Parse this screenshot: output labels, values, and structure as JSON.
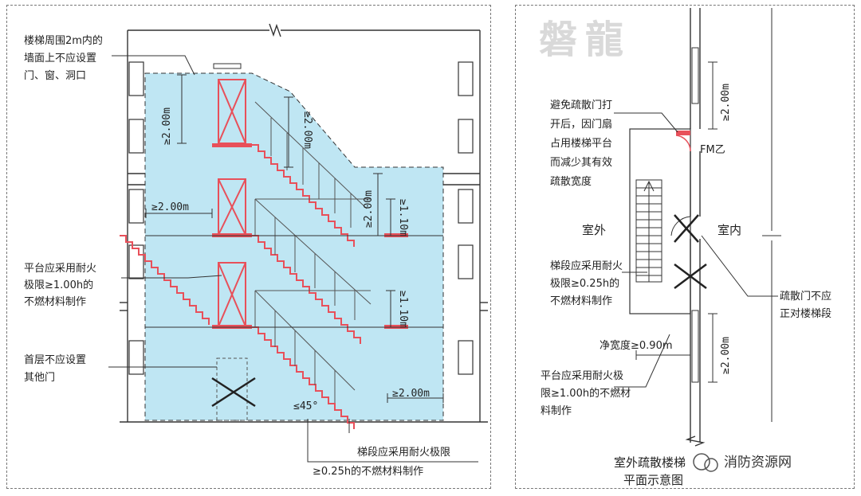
{
  "left": {
    "annotations": {
      "wall_line1": "楼梯周围2m内的",
      "wall_line2": "墙面上不应设置",
      "wall_line3": "门、窗、洞口",
      "landing_line1": "平台应采用耐火",
      "landing_line2": "极限≥1.00h的",
      "landing_line3": "不燃材料制作",
      "ground_line1": "首层不应设置",
      "ground_line2": "其他门",
      "flight_line1": "梯段应采用耐火极限",
      "flight_line2": "≥0.25h的不燃材料制作"
    },
    "dims": {
      "d1": "≥2.00m",
      "d2": "≥2.00m",
      "d3": "≥2.00m",
      "d4": "≥2.00m",
      "d5": "≥1.10m",
      "d6": "≥1.10m",
      "d7": "≥2.00m",
      "angle": "≤45°"
    }
  },
  "right": {
    "watermark": "磐龍",
    "annotations": {
      "door_line1": "避免疏散门打",
      "door_line2": "开后，因门扇",
      "door_line3": "占用楼梯平台",
      "door_line4": "而减少其有效",
      "door_line5": "疏散宽度",
      "door_code": "FM乙",
      "outdoor": "室外",
      "indoor": "室内",
      "flight_line1": "梯段应采用耐火",
      "flight_line2": "极限≥0.25h的",
      "flight_line3": "不燃材料制作",
      "nofacing_line1": "疏散门不应",
      "nofacing_line2": "正对楼梯段",
      "width": "净宽度≥0.90m",
      "landing_line1": "平台应采用耐火极",
      "landing_line2": "限≥1.00h的不燃材",
      "landing_line3": "料制作",
      "caption1": "室外疏散楼梯",
      "caption2": "平面示意图"
    },
    "dims": {
      "d1": "≥2.00m",
      "d2": "≥2.00m"
    }
  },
  "source_label": "消防资源网",
  "colors": {
    "zone": "#bfe6f3",
    "stair": "#e8505a",
    "line": "#333333"
  }
}
